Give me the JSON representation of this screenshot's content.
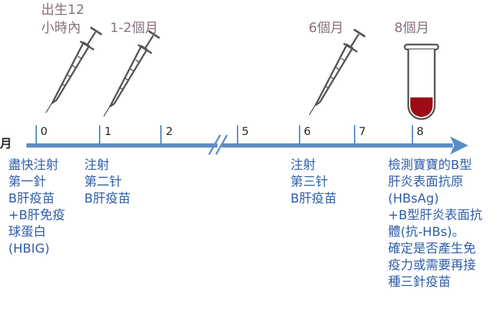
{
  "axis_label": "月",
  "top_labels": {
    "birth_line1": "出生12",
    "birth_line2": "小時內",
    "m1_2": "1-2個月",
    "m6": "6個月",
    "m8": "8個月"
  },
  "ticks": [
    "0",
    "1",
    "2",
    "5",
    "6",
    "7",
    "8"
  ],
  "notes": {
    "dose1": [
      "盡快注射",
      "第一針",
      "B肝疫苗",
      "+B肝免疫",
      "球蛋白",
      "(HBIG)"
    ],
    "dose2": [
      "注射",
      "第二针",
      "B肝疫苗"
    ],
    "dose3": [
      "注射",
      "第三针",
      "B肝疫苗"
    ],
    "test": [
      "檢測寶寶的B型",
      "肝炎表面抗原",
      "(HBsAg)",
      "+B型肝炎表面抗",
      "體(抗-HBs)。",
      "確定是否產生免",
      "疫力或需要再接",
      "種三針疫苗"
    ]
  },
  "icons": [
    "syringe-icon",
    "syringe-icon",
    "syringe-icon",
    "test-tube-icon"
  ],
  "colors": {
    "axis": "#5b8dc4",
    "blood": "#9e0b14",
    "note_text": "#2f5ea8",
    "top_text": "#8a6f7e"
  }
}
